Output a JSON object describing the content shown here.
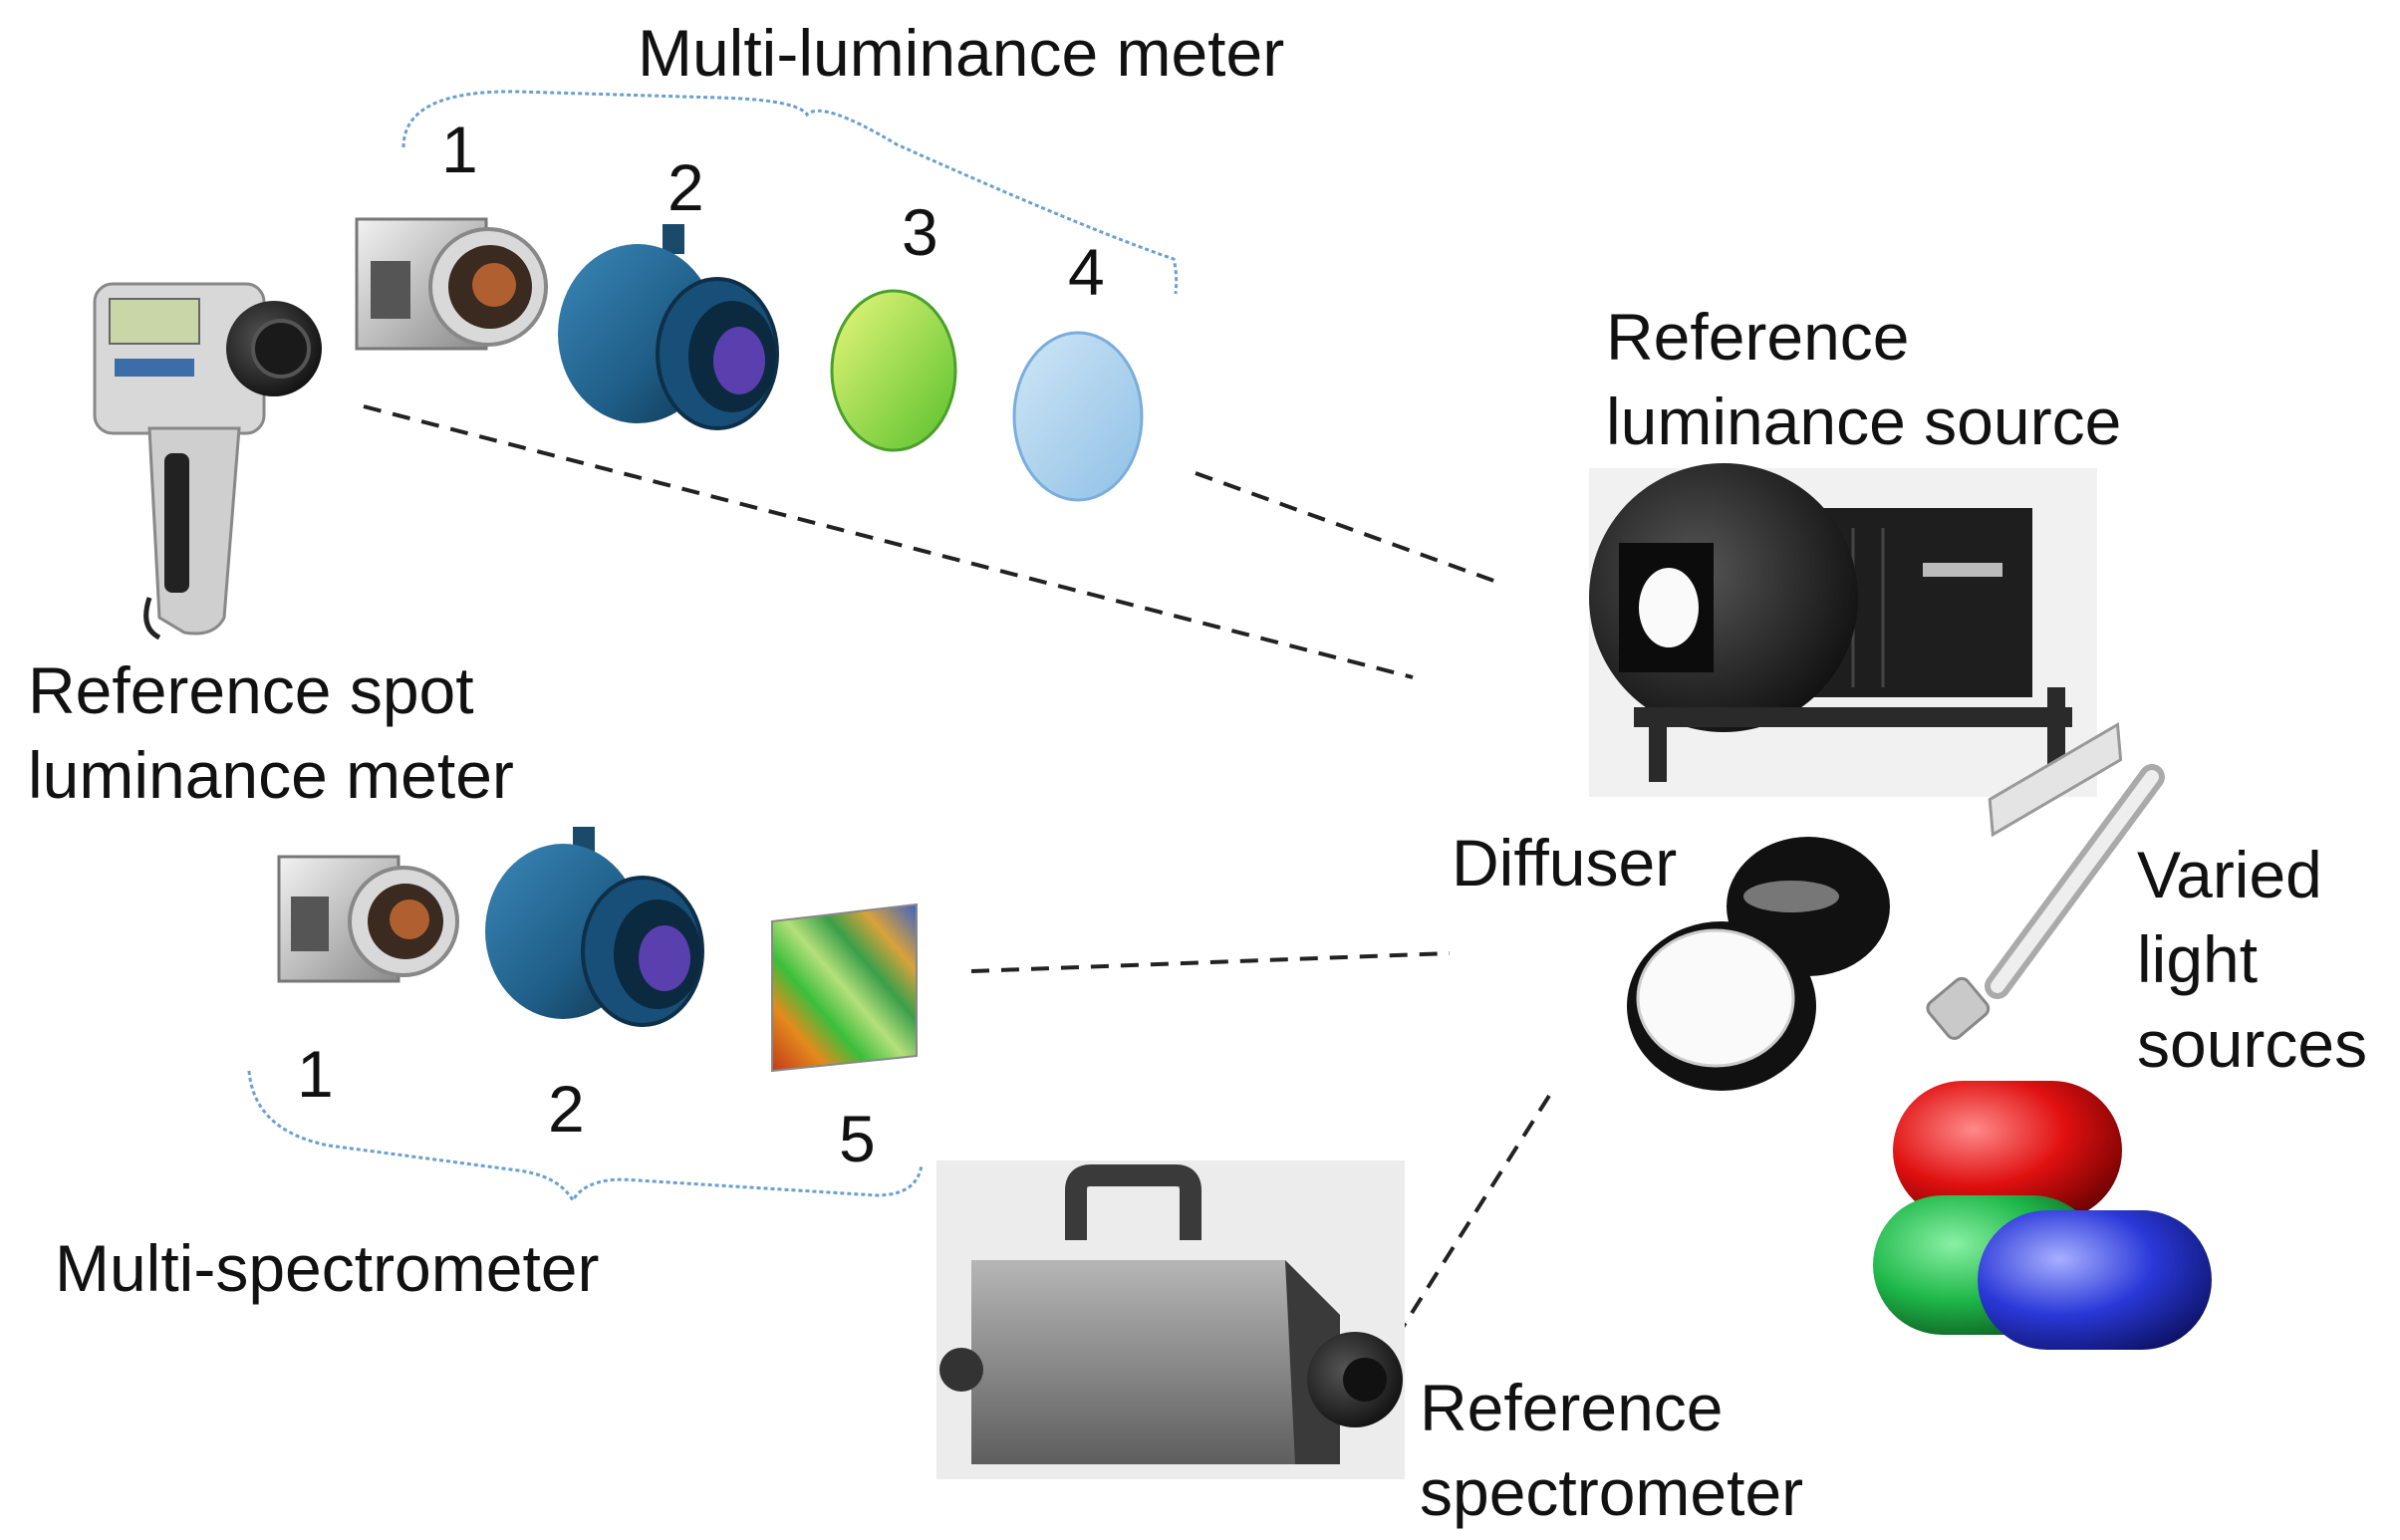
{
  "labels": {
    "multi_luminance_meter": "Multi-luminance meter",
    "reference_spot_line1": "Reference spot",
    "reference_spot_line2": "luminance meter",
    "reference_luminance_line1": "Reference",
    "reference_luminance_line2": "luminance source",
    "diffuser": "Diffuser",
    "varied_line1": "Varied",
    "varied_line2": "light",
    "varied_line3": "sources",
    "multi_spectrometer": "Multi-spectrometer",
    "reference_spectrometer_line1": "Reference",
    "reference_spectrometer_line2": "spectrometer"
  },
  "numbers": {
    "top": [
      "1",
      "2",
      "3",
      "4"
    ],
    "bottom": [
      "1",
      "2",
      "5"
    ]
  },
  "colors": {
    "brace": "#6a9fd0",
    "dashed_line": "#222222",
    "green_filter": "#9fdc3a",
    "blue_filter": "#a9d1ee",
    "lens_blue": "#1f5e88",
    "led_red": "#e01010",
    "led_green": "#1fb84a",
    "led_blue": "#2a38d8"
  }
}
